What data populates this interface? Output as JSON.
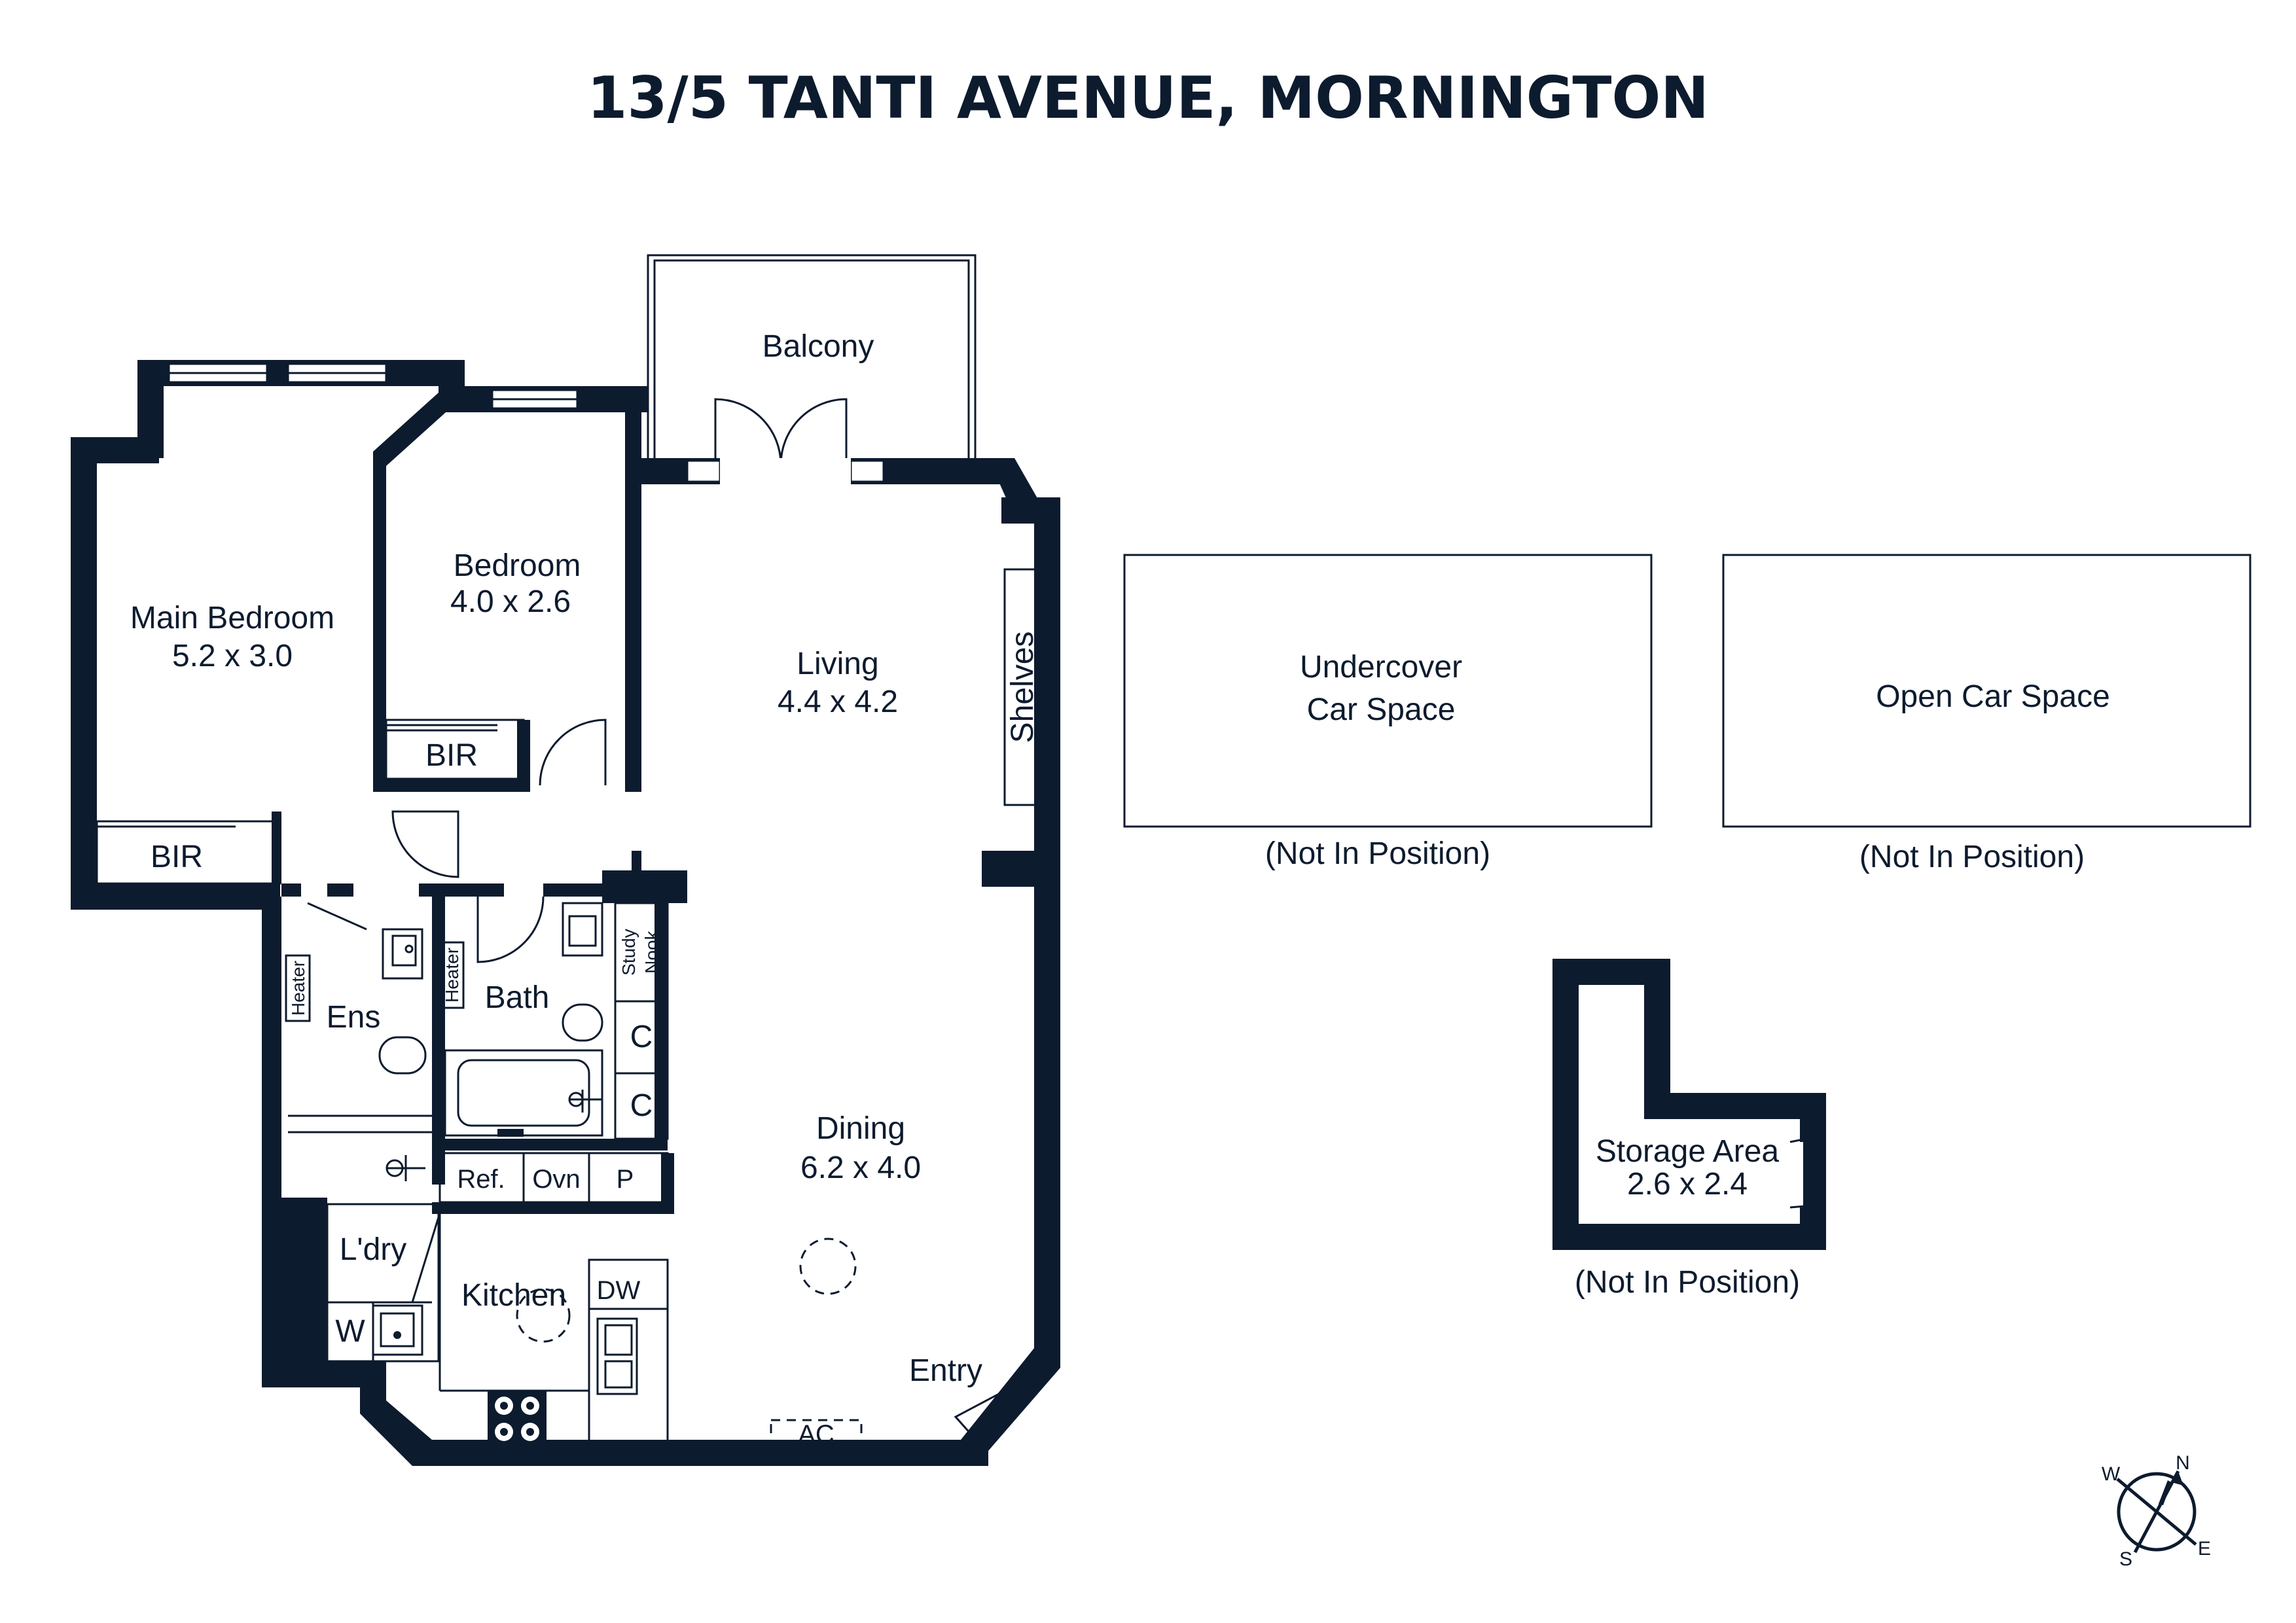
{
  "title": "13/5 TANTI AVENUE, MORNINGTON",
  "rooms": {
    "balcony": "Balcony",
    "main_bedroom": {
      "name": "Main Bedroom",
      "size": "5.2 x 3.0"
    },
    "bedroom": {
      "name": "Bedroom",
      "size": "4.0 x 2.6"
    },
    "living": {
      "name": "Living",
      "size": "4.4 x 4.2"
    },
    "dining": {
      "name": "Dining",
      "size": "6.2 x 4.0"
    },
    "bir_bedroom": "BIR",
    "bir_main": "BIR",
    "shelves": "Shelves",
    "ens": "Ens",
    "bath": "Bath",
    "heater_ens": "Heater",
    "heater_bath": "Heater",
    "study_nook": [
      "Study",
      "Nook"
    ],
    "cupboard_1": "C",
    "cupboard_2": "C",
    "ref": "Ref.",
    "ovn": "Ovn",
    "pantry": "P",
    "laundry": "L'dry",
    "washer": "W",
    "kitchen": "Kitchen",
    "dw": "DW",
    "entry": "Entry",
    "ac": "AC"
  },
  "outbuildings": {
    "undercover": {
      "line1": "Undercover",
      "line2": "Car Space",
      "note": "(Not In Position)"
    },
    "open": {
      "label": "Open Car Space",
      "note": "(Not In Position)"
    },
    "storage": {
      "name": "Storage Area",
      "size": "2.6 x 2.4",
      "note": "(Not In Position)"
    }
  },
  "compass": {
    "n": "N",
    "e": "E",
    "s": "S",
    "w": "W"
  },
  "colors": {
    "wall": "#0d1b2e",
    "background": "#ffffff"
  }
}
